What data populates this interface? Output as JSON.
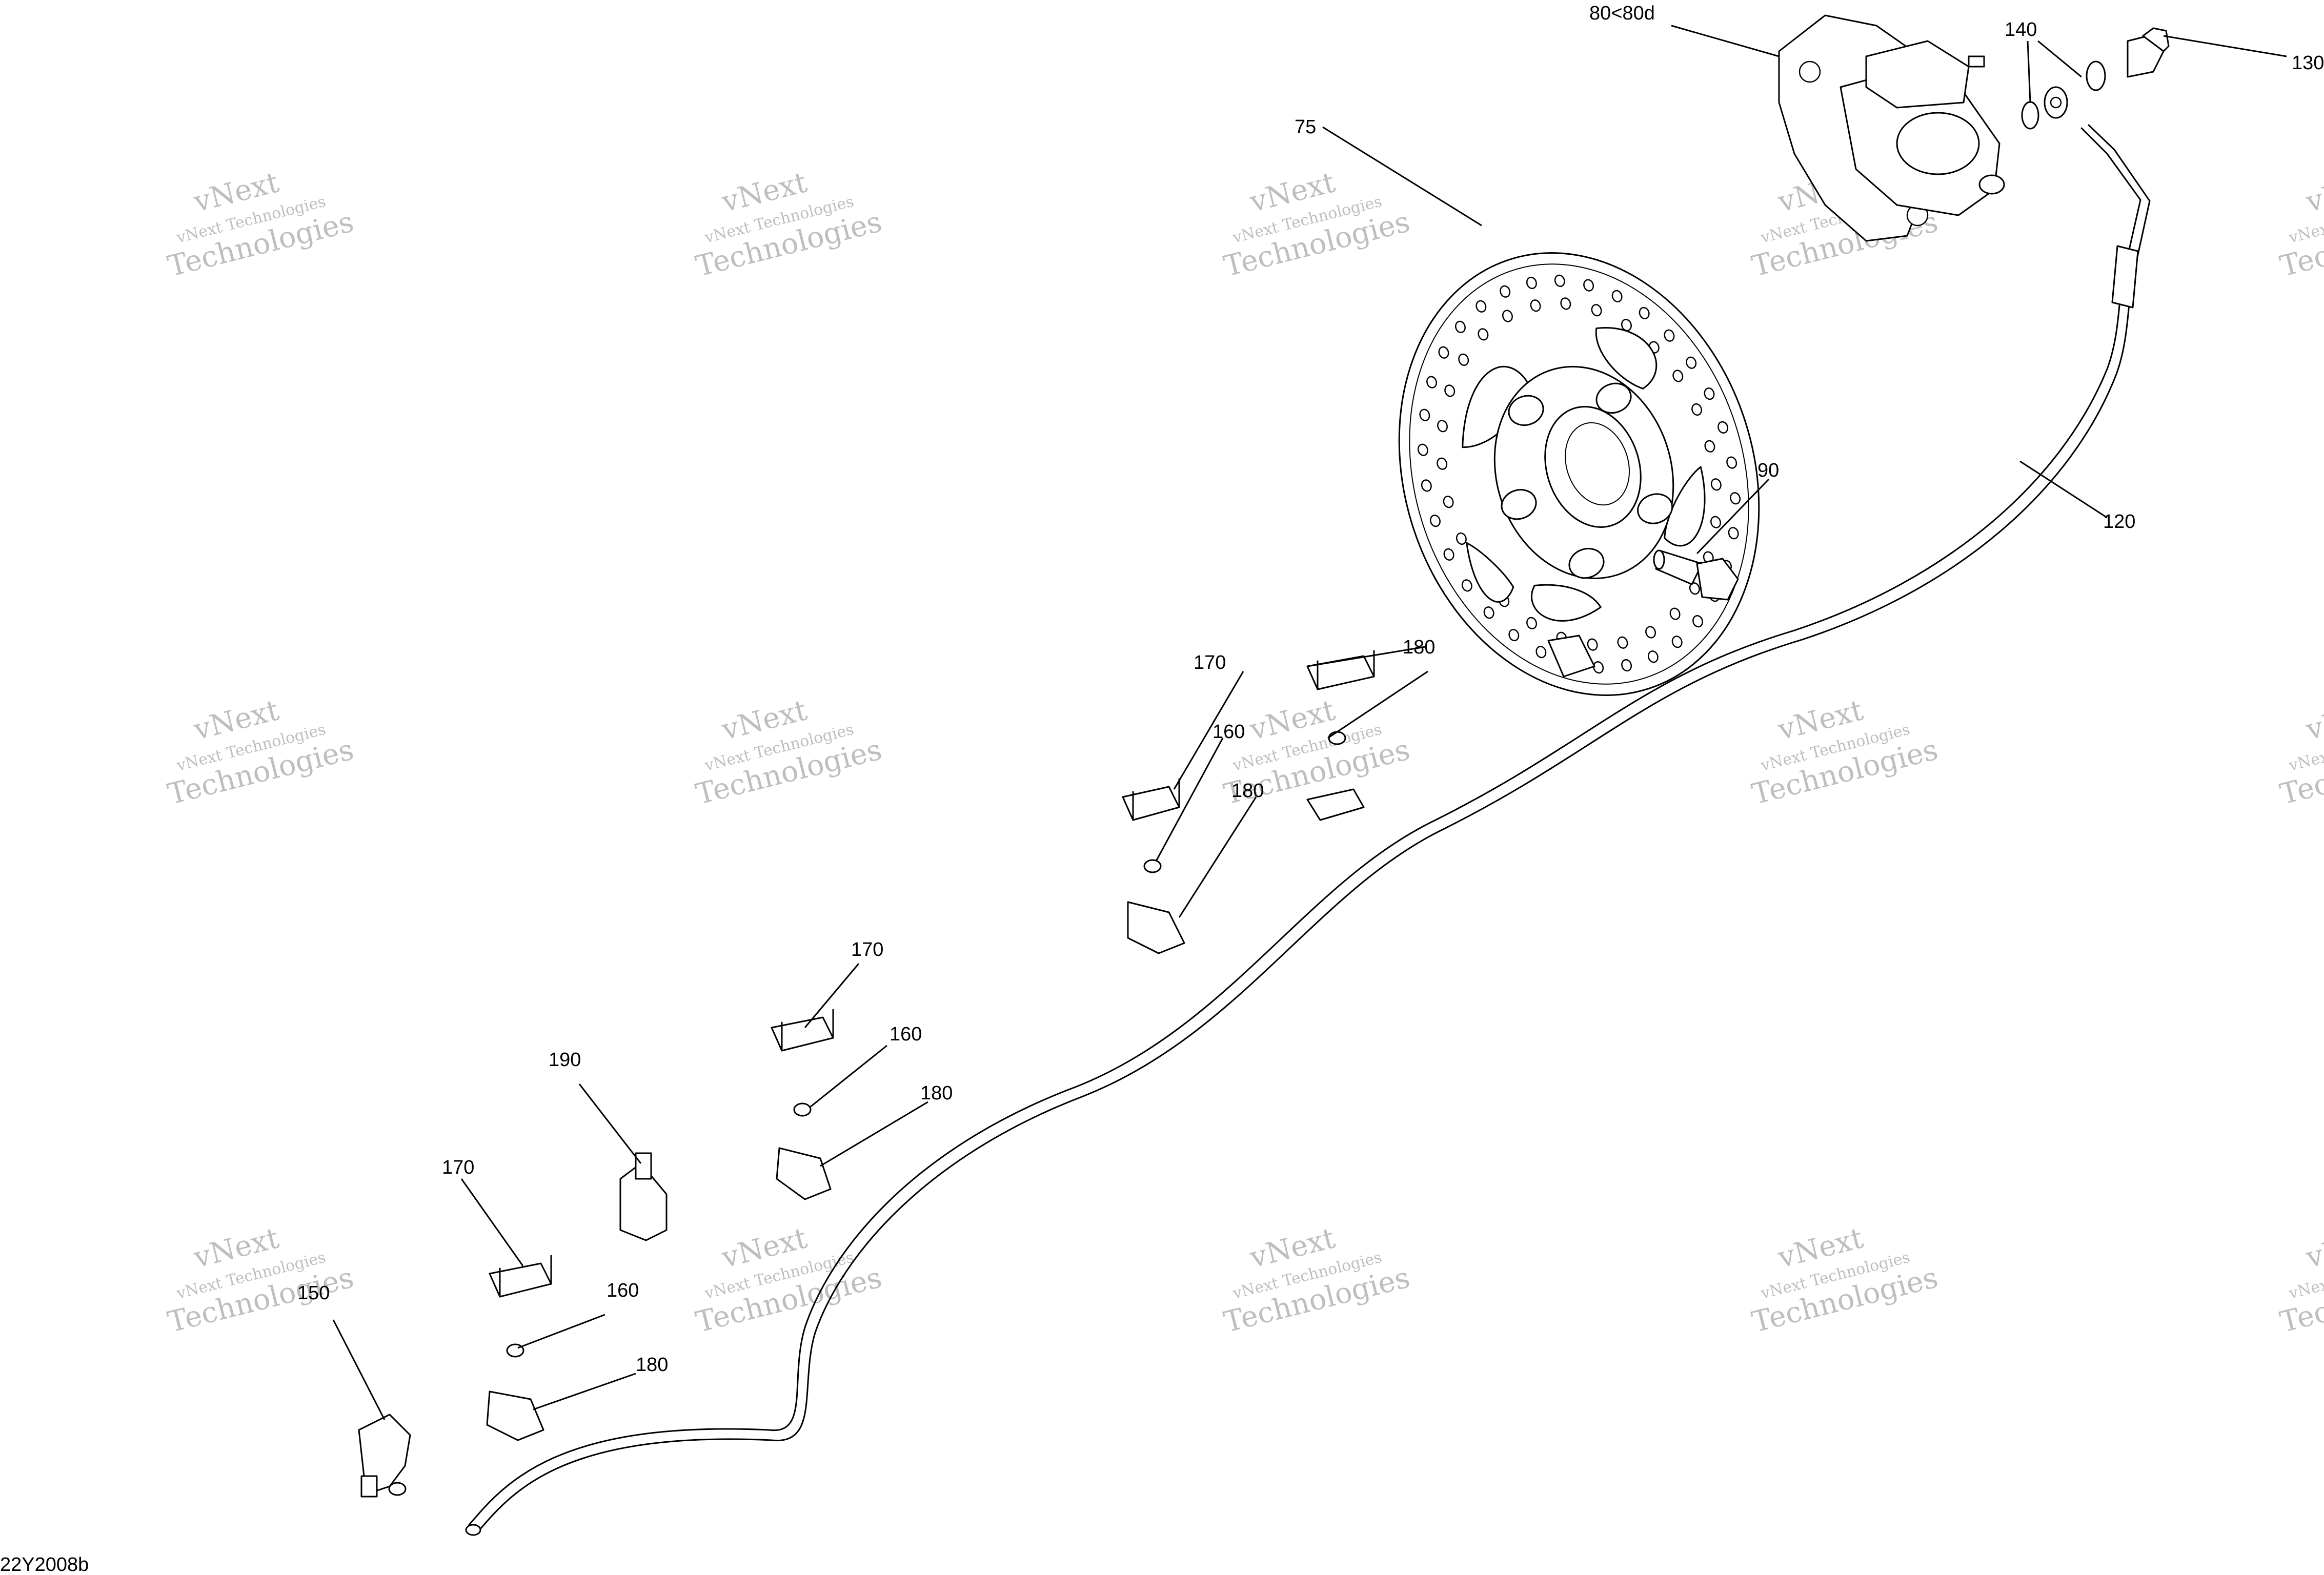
{
  "drawing_id": "22Y2008b",
  "callouts": {
    "c75": "75",
    "c80": "80<80d",
    "c90": "90",
    "c120": "120",
    "c130": "130",
    "c140": "140",
    "c150": "150",
    "c160a": "160",
    "c160b": "160",
    "c160c": "160",
    "c170a": "170",
    "c170b": "170",
    "c170c": "170",
    "c180a": "180",
    "c180b": "180",
    "c180c": "180",
    "c180d": "180",
    "c190": "190"
  },
  "watermark": {
    "line1": "vNext",
    "line2": "vNext Technologies",
    "line3": "Technologies"
  },
  "colors": {
    "line": "#000000",
    "background": "#ffffff",
    "watermark": "#8a8a8a"
  }
}
